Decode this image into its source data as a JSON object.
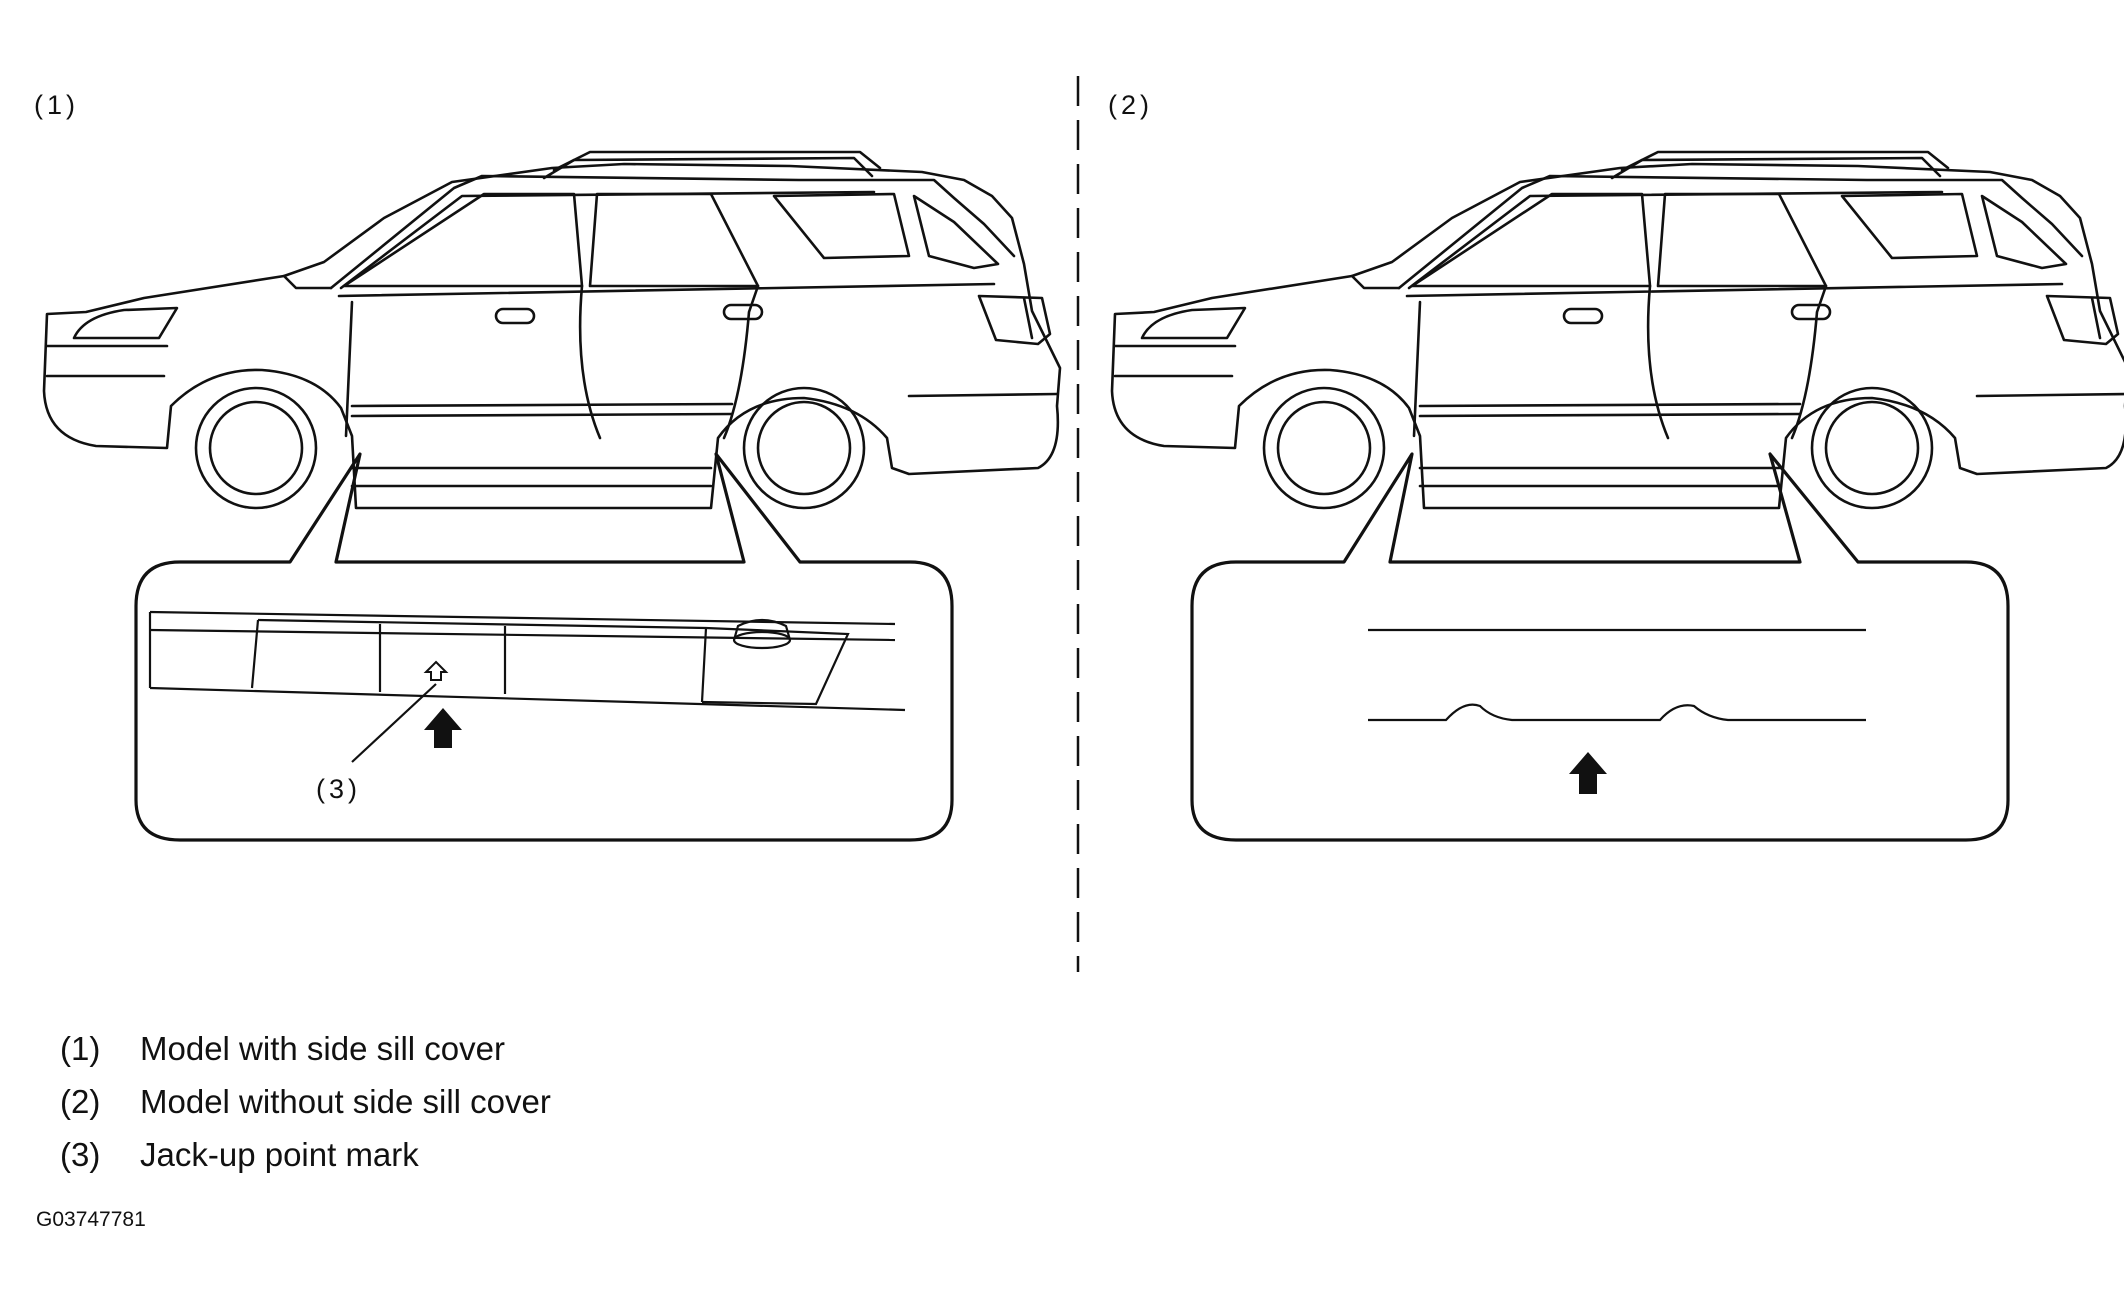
{
  "panels": [
    {
      "label": "(1)"
    },
    {
      "label": "(2)"
    }
  ],
  "callout": {
    "label": "(3)"
  },
  "legend": [
    {
      "num": "(1)",
      "text": "Model with side sill cover"
    },
    {
      "num": "(2)",
      "text": "Model without side sill cover"
    },
    {
      "num": "(3)",
      "text": "Jack-up point mark"
    }
  ],
  "figure_code": "G03747781"
}
